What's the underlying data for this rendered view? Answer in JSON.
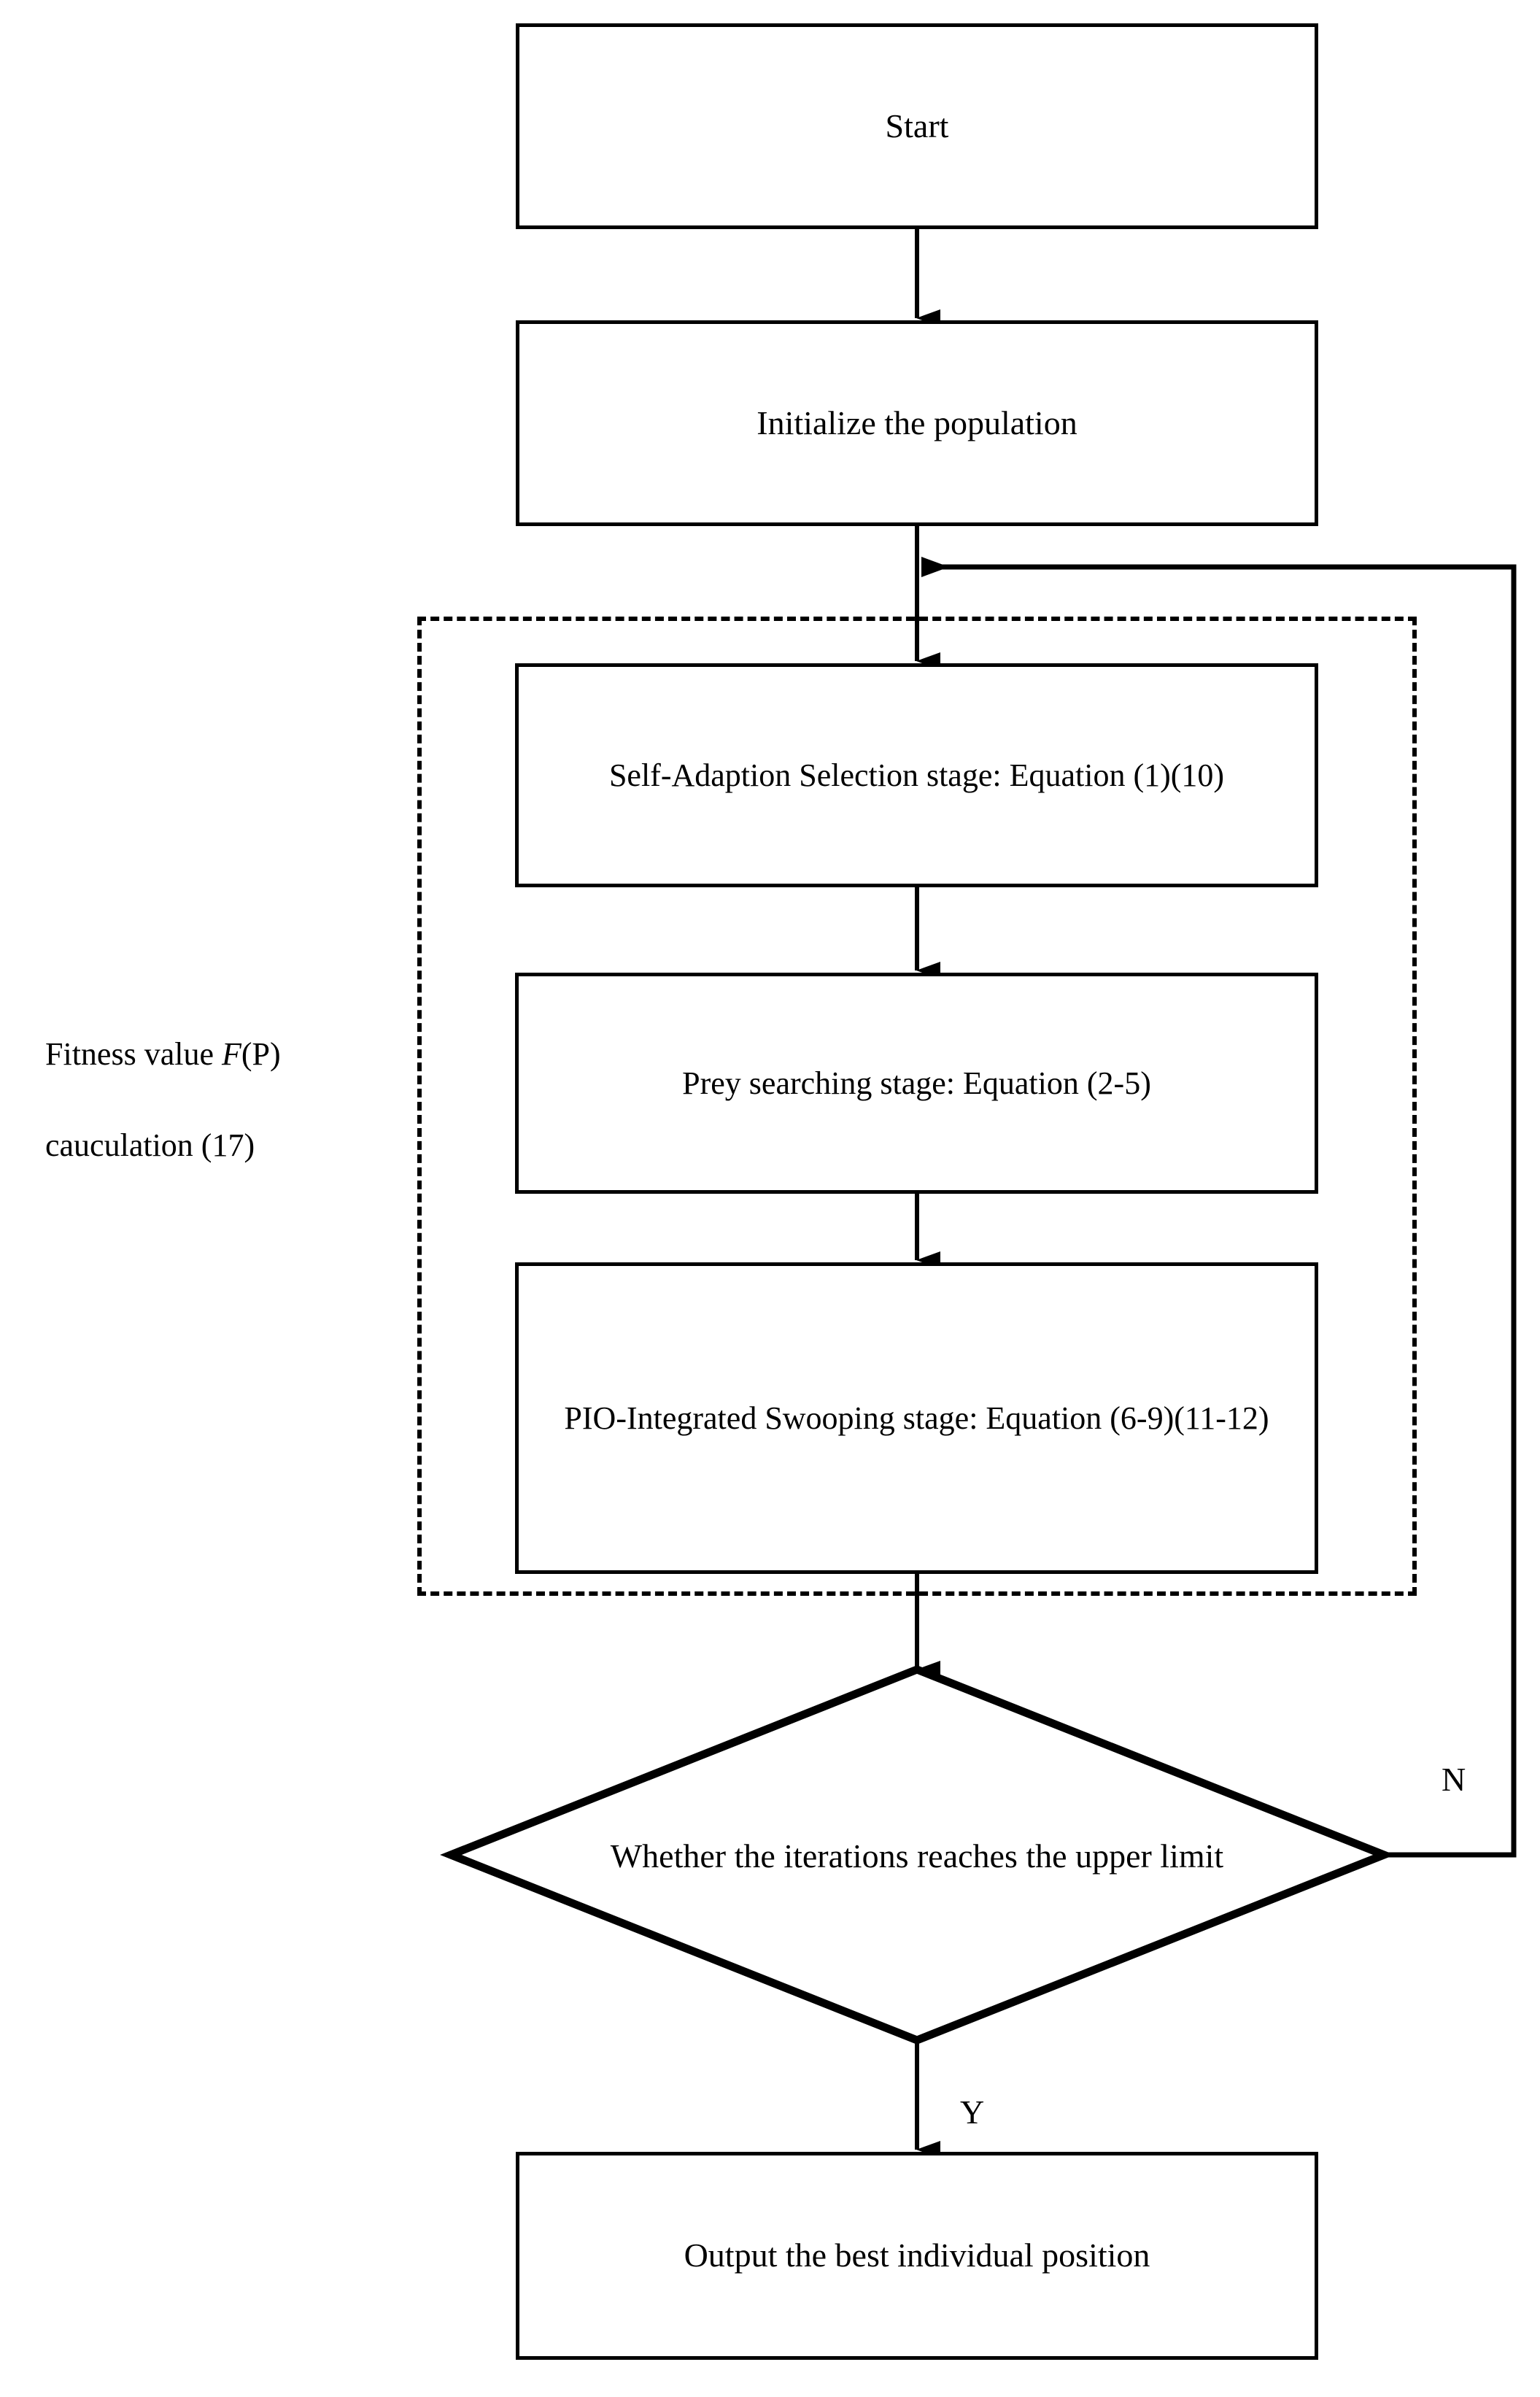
{
  "diagram": {
    "type": "flowchart",
    "title": "Algorithm flowchart",
    "background_color": "#ffffff",
    "line_color": "#000000"
  },
  "nodes": {
    "start": {
      "label": "Start",
      "shape": "rectangle"
    },
    "initialize": {
      "label": "Initialize the population",
      "shape": "rectangle"
    },
    "stage1": {
      "label": "Self-Adaption Selection stage: Equation (1)(10)",
      "shape": "rectangle"
    },
    "stage2": {
      "label": "Prey searching  stage: Equation (2-5)",
      "shape": "rectangle"
    },
    "stage3": {
      "label": "PIO-Integrated Swooping stage: Equation (6-9)(11-12)",
      "shape": "rectangle"
    },
    "decision": {
      "label": "Whether the iterations reaches the upper limit",
      "shape": "diamond"
    },
    "output": {
      "label": "Output the best individual position",
      "shape": "rectangle"
    }
  },
  "group": {
    "style": "dashed",
    "contains": [
      "stage1",
      "stage2",
      "stage3"
    ]
  },
  "labels": {
    "fitness_line1_prefix": "Fitness value ",
    "fitness_line1_italic": "F",
    "fitness_line1_suffix": "(P)",
    "fitness_line2": "cauculation (17)",
    "branch_no": "N",
    "branch_yes": "Y"
  },
  "edges": [
    {
      "from": "start",
      "to": "initialize",
      "label": ""
    },
    {
      "from": "initialize",
      "to": "stage1",
      "label": ""
    },
    {
      "from": "stage1",
      "to": "stage2",
      "label": ""
    },
    {
      "from": "stage2",
      "to": "stage3",
      "label": ""
    },
    {
      "from": "stage3",
      "to": "decision",
      "label": ""
    },
    {
      "from": "decision",
      "to": "output",
      "label": "Y"
    },
    {
      "from": "decision",
      "to": "stage1",
      "label": "N"
    }
  ]
}
